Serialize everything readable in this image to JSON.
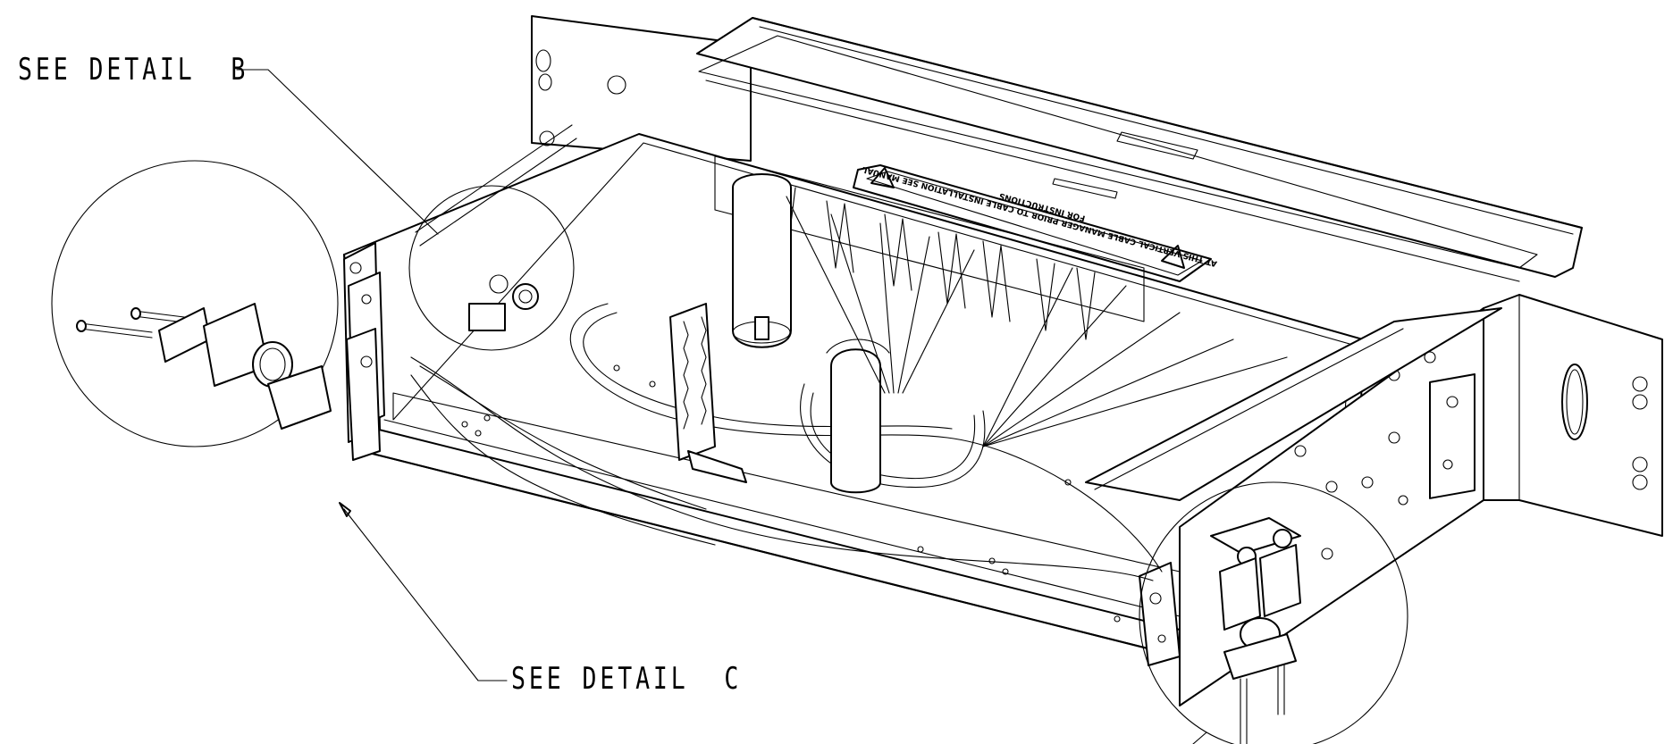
{
  "callouts": {
    "detail_b": "SEE DETAIL  B",
    "detail_c": "SEE DETAIL  C"
  },
  "warning_label": "AT THIS VERTICAL CABLE MANAGER PRIOR TO CABLE INSTALLATION SEE MANUAL FOR INSTRUCTIONS",
  "colors": {
    "line": "#000000",
    "background": "#ffffff"
  },
  "icons": [
    "warning-triangle-icon"
  ]
}
